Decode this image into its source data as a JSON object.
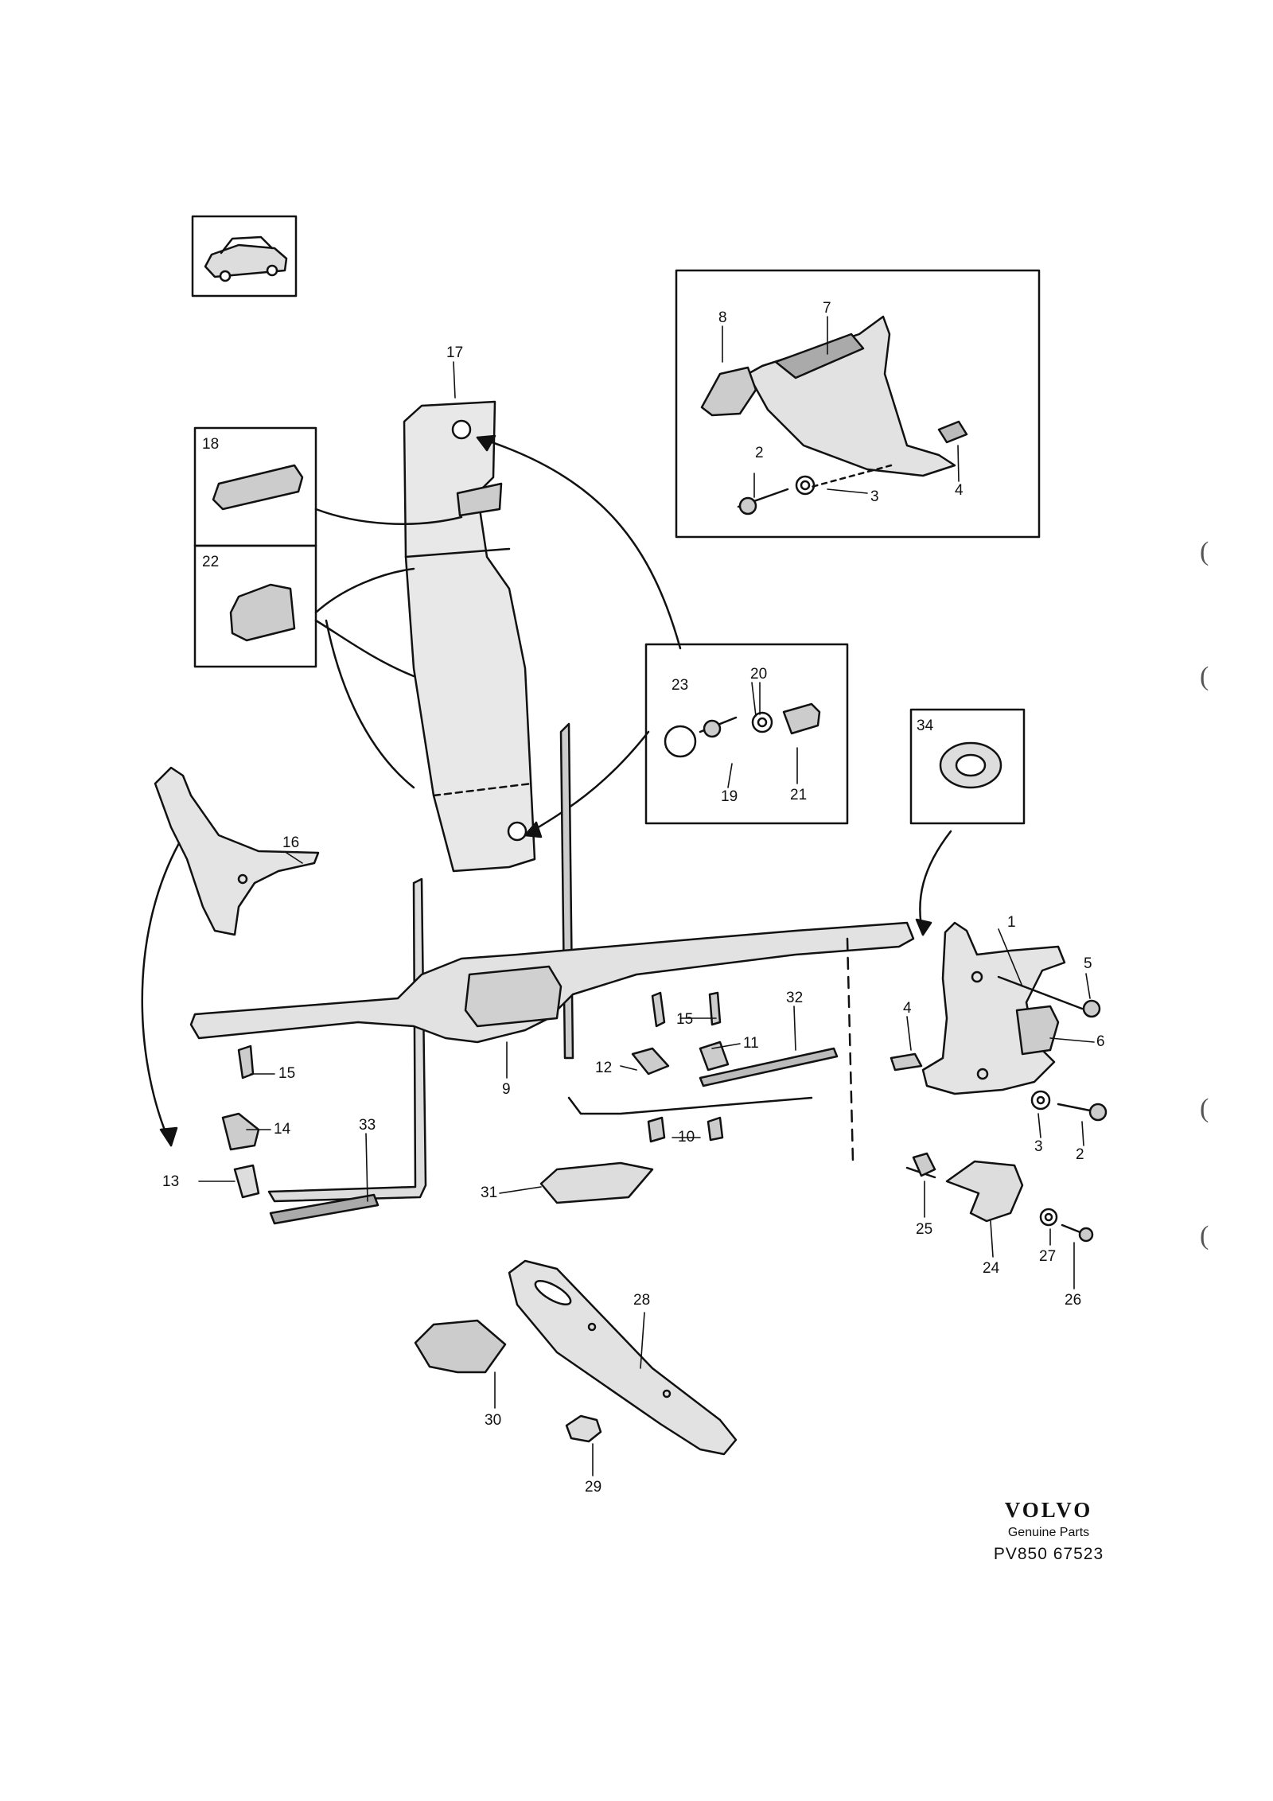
{
  "callouts": [
    {
      "id": "c1",
      "text": "1"
    },
    {
      "id": "c2a",
      "text": "2"
    },
    {
      "id": "c2b",
      "text": "2"
    },
    {
      "id": "c3a",
      "text": "3"
    },
    {
      "id": "c3b",
      "text": "3"
    },
    {
      "id": "c4a",
      "text": "4"
    },
    {
      "id": "c4b",
      "text": "4"
    },
    {
      "id": "c5",
      "text": "5"
    },
    {
      "id": "c6",
      "text": "6"
    },
    {
      "id": "c7",
      "text": "7"
    },
    {
      "id": "c8",
      "text": "8"
    },
    {
      "id": "c9",
      "text": "9"
    },
    {
      "id": "c10",
      "text": "10"
    },
    {
      "id": "c11",
      "text": "11"
    },
    {
      "id": "c12",
      "text": "12"
    },
    {
      "id": "c13",
      "text": "13"
    },
    {
      "id": "c14",
      "text": "14"
    },
    {
      "id": "c15a",
      "text": "15"
    },
    {
      "id": "c15b",
      "text": "15"
    },
    {
      "id": "c16",
      "text": "16"
    },
    {
      "id": "c17",
      "text": "17"
    },
    {
      "id": "c18",
      "text": "18"
    },
    {
      "id": "c19",
      "text": "19"
    },
    {
      "id": "c20",
      "text": "20"
    },
    {
      "id": "c21",
      "text": "21"
    },
    {
      "id": "c22",
      "text": "22"
    },
    {
      "id": "c23",
      "text": "23"
    },
    {
      "id": "c24",
      "text": "24"
    },
    {
      "id": "c25",
      "text": "25"
    },
    {
      "id": "c26",
      "text": "26"
    },
    {
      "id": "c27",
      "text": "27"
    },
    {
      "id": "c28",
      "text": "28"
    },
    {
      "id": "c29",
      "text": "29"
    },
    {
      "id": "c30",
      "text": "30"
    },
    {
      "id": "c31",
      "text": "31"
    },
    {
      "id": "c32",
      "text": "32"
    },
    {
      "id": "c33",
      "text": "33"
    },
    {
      "id": "c34",
      "text": "34"
    }
  ],
  "brand": {
    "logo": "VOLVO",
    "subtitle": "Genuine Parts",
    "code": "PV850 67523"
  },
  "margin_marks": [
    "(",
    "(",
    "(",
    "("
  ],
  "colors": {
    "ink": "#111111",
    "fill": "#d8d8d8",
    "background": "#ffffff"
  }
}
